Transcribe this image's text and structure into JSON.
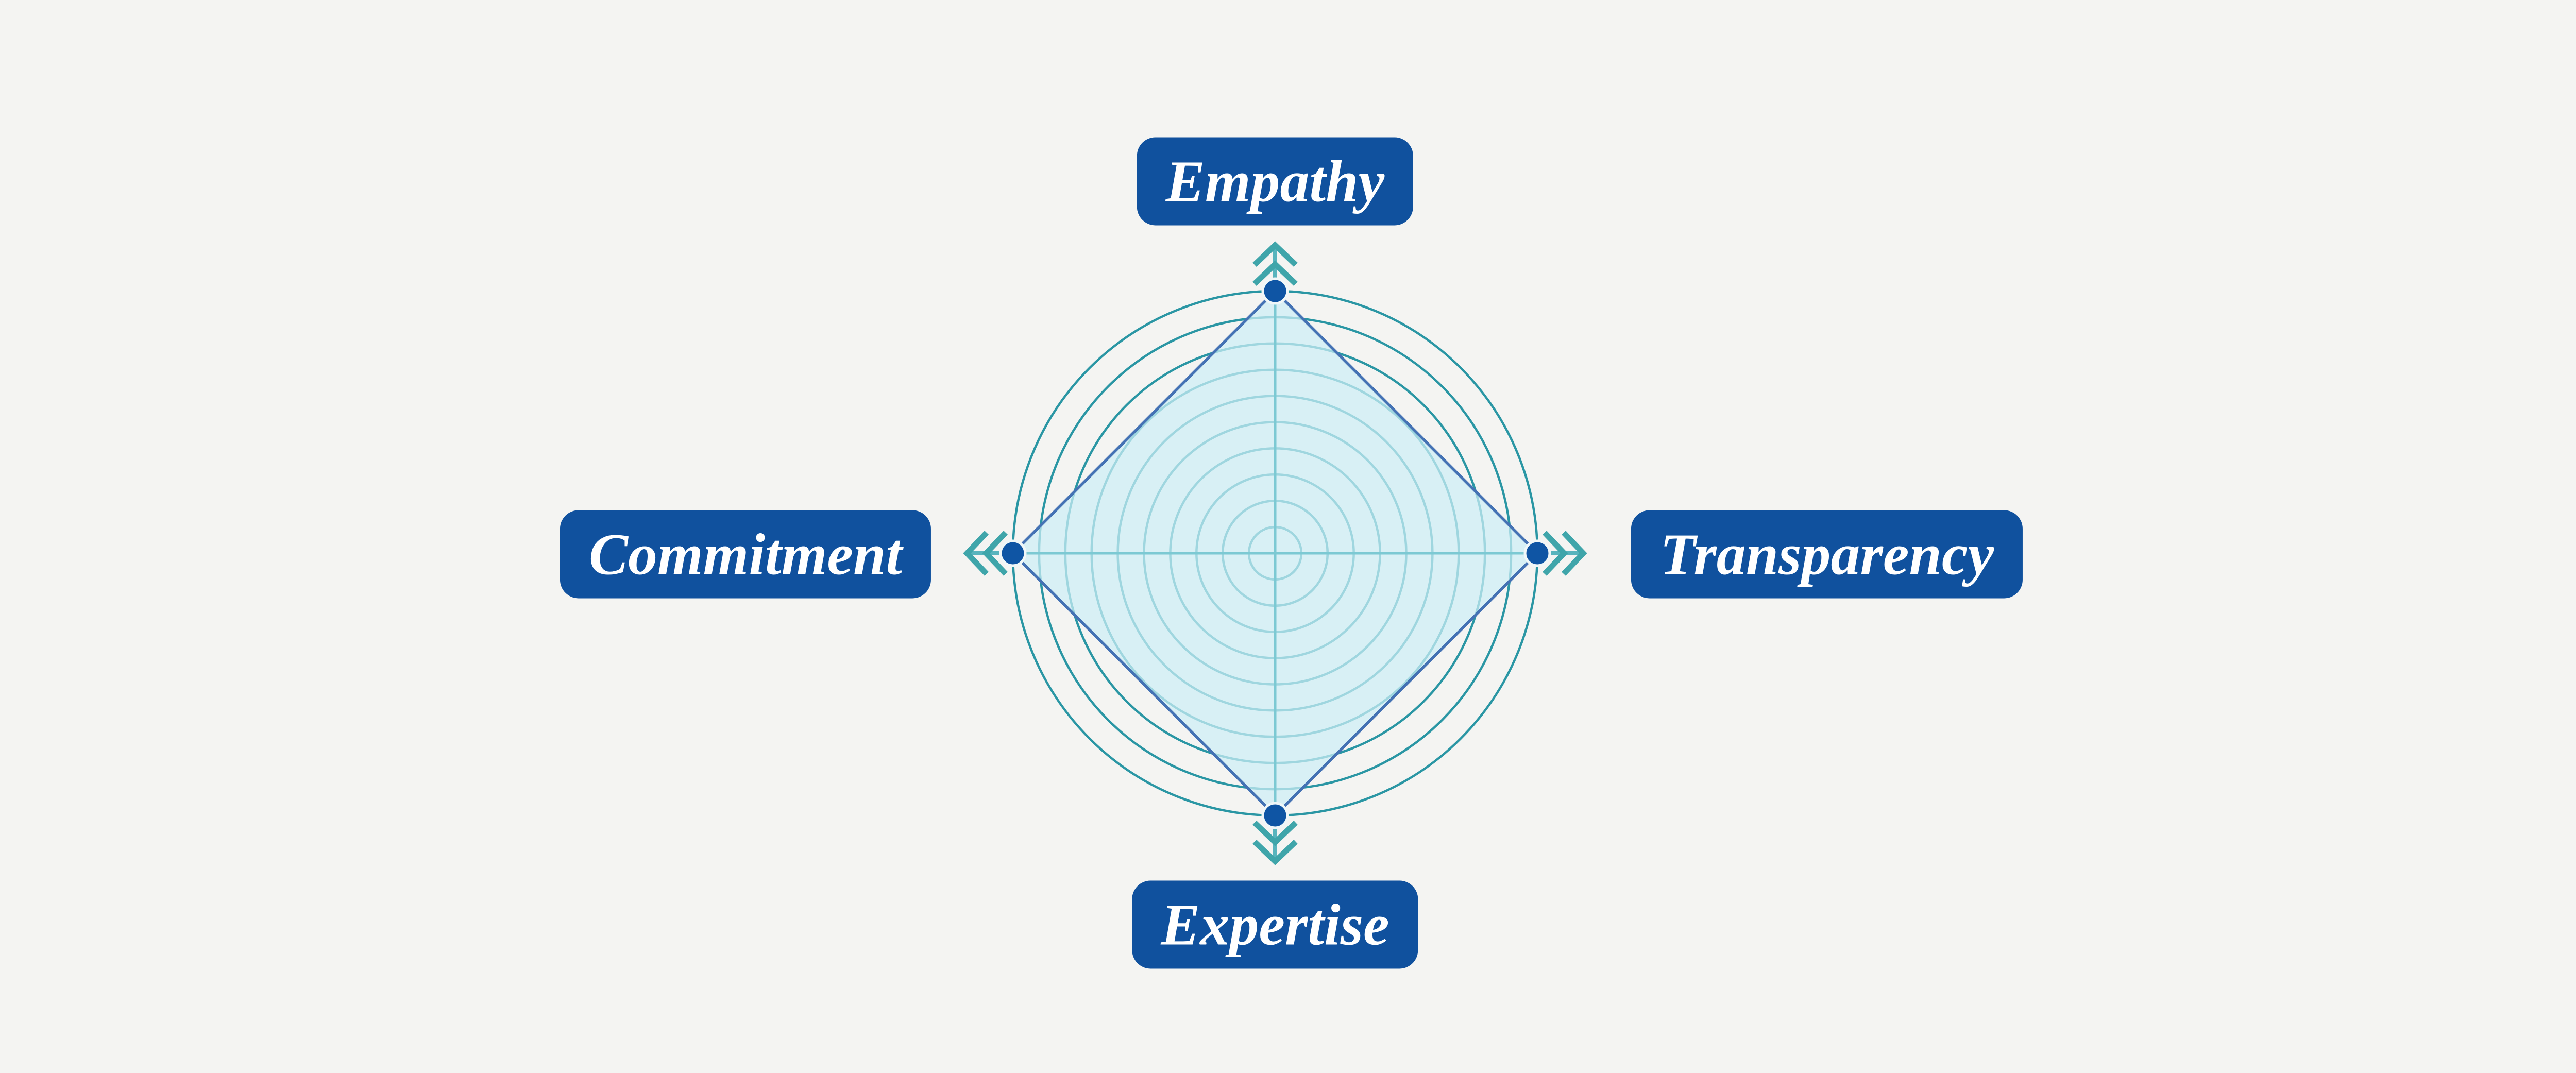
{
  "figure": {
    "kind": "radar-values-diagram",
    "background": "#f4f4f2"
  },
  "radar": {
    "axes": [
      {
        "label": "Empathy",
        "direction": "up",
        "value": 1
      },
      {
        "label": "Transparency",
        "direction": "right",
        "value": 1
      },
      {
        "label": "Expertise",
        "direction": "down",
        "value": 1
      },
      {
        "label": "Commitment",
        "direction": "left",
        "value": 1
      }
    ],
    "rings": 10,
    "max_value": 1,
    "colors": {
      "background": "#f4f4f2",
      "ring_stroke": "#2a96a4",
      "axis_line": "#7cc9d3",
      "polygon_fill": "rgba(205,238,245,0.72)",
      "polygon_stroke": "#4472b4",
      "vertex_dot": "#0f55a4",
      "vertex_dot_halo": "#f0f7f8",
      "arrow": "#3fa5aa",
      "arrow_shaft": "#58b4bd",
      "label_bg": "#10519e",
      "label_text": "#ffffff"
    }
  },
  "chart_data": {
    "type": "radar",
    "categories": [
      "Empathy",
      "Transparency",
      "Expertise",
      "Commitment"
    ],
    "values": [
      1,
      1,
      1,
      1
    ],
    "rings": 10,
    "max": 1,
    "title": "",
    "legend": "none",
    "grid": "concentric-circles"
  }
}
